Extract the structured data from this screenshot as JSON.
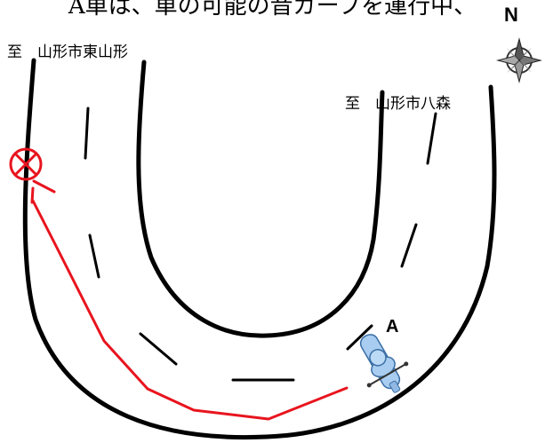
{
  "caption": "A車は、車の可能の音ガーブを運行中、",
  "route_labels": {
    "left": "至　山形市東山形",
    "right": "至　山形市八森"
  },
  "compass": {
    "letter": "N",
    "icon": "compass-rose-icon"
  },
  "point_label": "A",
  "colors": {
    "road": "#000000",
    "route": "#e8141e",
    "stop_mark": "#e8141e",
    "bike": "#a9cdf0",
    "bike_outline": "#3a6ea5"
  },
  "icons": {
    "stop": "crossed-circle-icon",
    "vehicle": "motorcycle-icon"
  }
}
